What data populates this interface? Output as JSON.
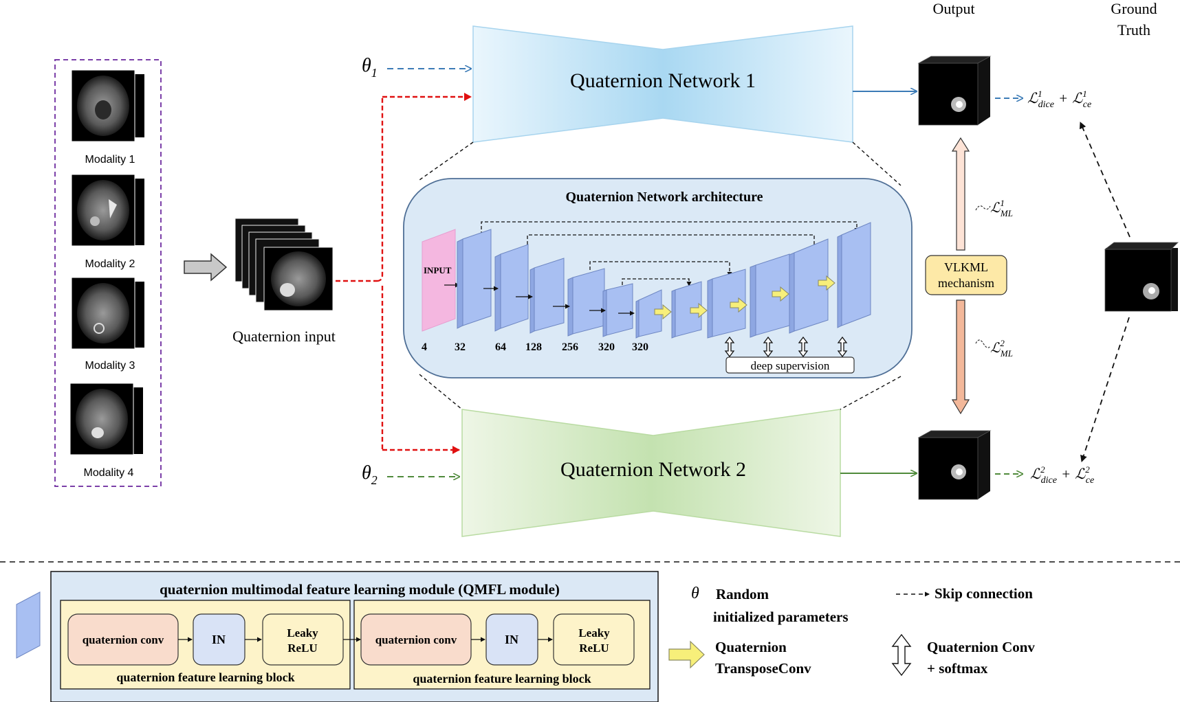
{
  "colors": {
    "network1": "#bfe3f5",
    "network2": "#d3e9c3",
    "arch_panel": "#dbe9f6",
    "input_layer": "#f4b7e0",
    "layer": "#a8bff2",
    "transpose_arrow": "#f7ef7a",
    "vlkml_box": "#fde9a7",
    "red_dash": "#e01010",
    "blue_arrow": "#3b7bb6",
    "green_arrow": "#4f8a3a",
    "modality_border": "#7b3fa8",
    "legend_panel": "#dbe8f5",
    "block_fill": "#fdf3c9",
    "conv_fill": "#f9dccc",
    "in_fill": "#d9e3f6"
  },
  "labels": {
    "output": "Output",
    "ground_truth_line1": "Ground",
    "ground_truth_line2": "Truth",
    "modality1": "Modality 1",
    "modality2": "Modality 2",
    "modality3": "Modality 3",
    "modality4": "Modality 4",
    "quaternion_input": "Quaternion input",
    "theta1": "θ",
    "theta1_sub": "1",
    "theta2": "θ",
    "theta2_sub": "2",
    "network1": "Quaternion Network 1",
    "network2": "Quaternion Network 2",
    "vlkml_line1": "VLKML",
    "vlkml_line2": "mechanism",
    "loss_ml": "ℒ",
    "loss_ml_sub": "ML",
    "loss_ml1_sup": "1",
    "loss_ml2_sup": "2",
    "loss_dice": "ℒ",
    "loss_dice_sub": "dice",
    "loss_ce_sub": "ce",
    "plus": "+",
    "loss1_sup": "1",
    "loss2_sup": "2"
  },
  "architecture": {
    "title": "Quaternion Network architecture",
    "input_label": "INPUT",
    "channels": [
      "4",
      "32",
      "64",
      "128",
      "256",
      "320",
      "320"
    ],
    "deep_supervision": "deep supervision"
  },
  "legend": {
    "module_title": "quaternion multimodal feature learning module  (QMFL module)",
    "conv": "quaternion conv",
    "in": "IN",
    "leaky_line1": "Leaky",
    "leaky_line2": "ReLU",
    "block_label": "quaternion feature learning block",
    "theta_symbol": "θ",
    "random_line1": "Random",
    "random_line2": "initialized parameters",
    "skip": "Skip connection",
    "transpose_line1": "Quaternion",
    "transpose_line2": "TransposeConv",
    "convsoft_line1": "Quaternion Conv",
    "convsoft_line2": "+ softmax"
  }
}
